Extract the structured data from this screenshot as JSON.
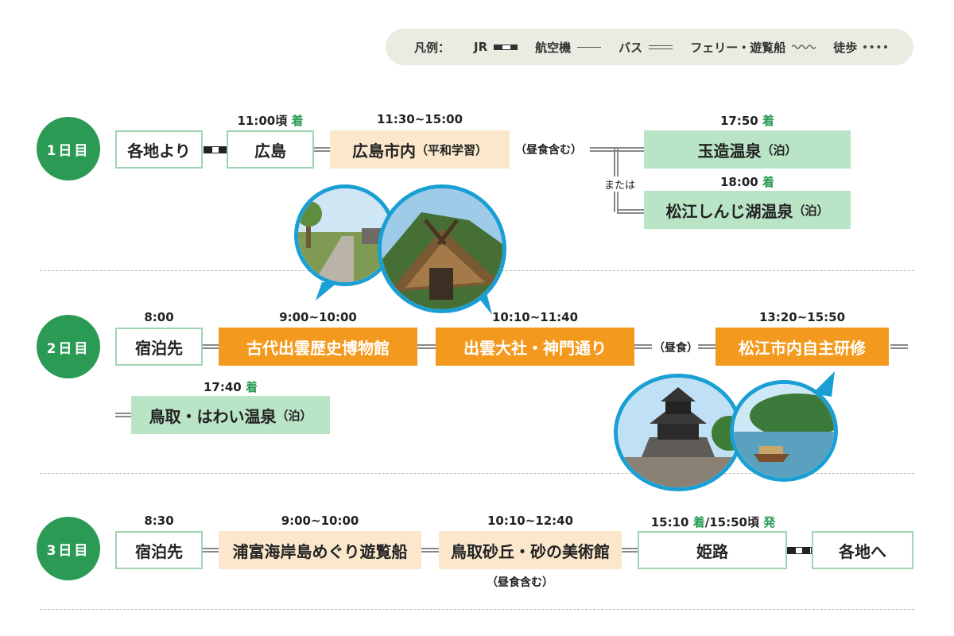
{
  "legend": {
    "title": "凡例：",
    "items": [
      {
        "label": "JR",
        "symbol": "jr"
      },
      {
        "label": "航空機",
        "symbol": "plane"
      },
      {
        "label": "バス",
        "symbol": "bus"
      },
      {
        "label": "フェリー・遊覧船",
        "symbol": "ferry"
      },
      {
        "label": "徒歩",
        "symbol": "walk"
      }
    ]
  },
  "days": [
    {
      "label": "1日目"
    },
    {
      "label": "2日目"
    },
    {
      "label": "3日目"
    }
  ],
  "day1": {
    "start": "各地より",
    "hiroshima": {
      "label": "広島",
      "time": "11:00頃",
      "status": "着"
    },
    "city": {
      "label": "広島市内",
      "sub": "（平和学習）",
      "time": "11:30~15:00"
    },
    "lunch_note": "（昼食含む）",
    "or_note": "または",
    "tamatsukuri": {
      "label": "玉造温泉",
      "sub": "（泊）",
      "time": "17:50",
      "status": "着"
    },
    "matsue": {
      "label": "松江しんじ湖温泉",
      "sub": "（泊）",
      "time": "18:00",
      "status": "着"
    }
  },
  "day2": {
    "start": {
      "label": "宿泊先",
      "time": "8:00"
    },
    "museum": {
      "label": "古代出雲歴史博物館",
      "time": "9:00~10:00"
    },
    "taisha": {
      "label": "出雲大社・神門通り",
      "time": "10:10~11:40"
    },
    "lunch_note": "（昼食）",
    "matsue_study": {
      "label": "松江市内自主研修",
      "time": "13:20~15:50"
    },
    "tottori": {
      "label": "鳥取・はわい温泉",
      "sub": "（泊）",
      "time": "17:40",
      "status": "着"
    }
  },
  "day3": {
    "start": {
      "label": "宿泊先",
      "time": "8:30"
    },
    "cruise": {
      "label": "浦富海岸島めぐり遊覧船",
      "time": "9:00~10:00"
    },
    "dunes": {
      "label": "鳥取砂丘・砂の美術館",
      "time": "10:10~12:40",
      "note": "（昼食含む）"
    },
    "himeji": {
      "label": "姫路",
      "time_arr": "15:10",
      "arr_status": "着",
      "slash": "/",
      "time_dep": "15:50頃",
      "dep_status": "発"
    },
    "end": "各地へ"
  },
  "colors": {
    "accent_green": "#2a9a55",
    "orange": "#f39a1e",
    "cream": "#fbe8cc",
    "mint": "#b9e4c6",
    "photo_frame": "#1a9fd4"
  }
}
